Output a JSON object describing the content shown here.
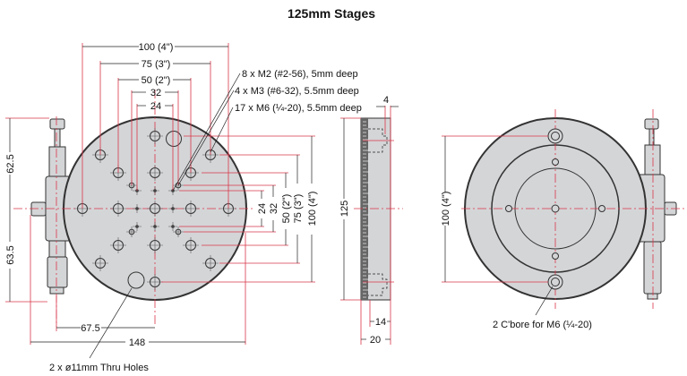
{
  "title": "125mm Stages",
  "dimensions": {
    "d100": "100 (4\")",
    "d75": "75 (3\")",
    "d50": "50 (2\")",
    "d32": "32",
    "d24": "24",
    "h62_5": "62.5",
    "h63_5": "63.5",
    "w67_5": "67.5",
    "w148": "148",
    "v24": "24",
    "v32": "32",
    "v50": "50 (2\")",
    "v75": "75 (3\")",
    "v100": "100 (4\")",
    "side125": "125",
    "side4": "4",
    "side14": "14",
    "side20": "20",
    "rear100": "100 (4\")"
  },
  "callouts": {
    "m2": "8 x M2 (#2-56), 5mm deep",
    "m3": "4 x M3 (#6-32), 5.5mm deep",
    "m6": "17 x M6 (¼-20), 5.5mm deep",
    "thru": "2 x  ø11mm Thru Holes",
    "cbore": "2 C'bore for M6 (¼-20)"
  }
}
